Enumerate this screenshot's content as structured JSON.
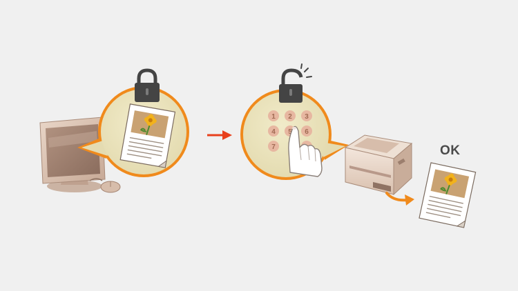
{
  "diagram": {
    "result_label": "OK",
    "keypad_keys": [
      "1",
      "2",
      "3",
      "4",
      "5",
      "6",
      "7"
    ],
    "colors": {
      "background": "#f0f0f0",
      "accent": "#f08a1c",
      "arrow": "#e8401c",
      "bubble_fill": "#e8e1ba",
      "key_fill": "#e7b7a1",
      "key_text": "#a06a52",
      "lock": "#444444",
      "flower": "#f2b21b",
      "photo_bg": "#c9a272"
    },
    "icons": {
      "computer": "desktop-computer-icon",
      "locked": "padlock-closed-icon",
      "unlocked": "padlock-open-icon",
      "document": "document-with-photo-icon",
      "keypad": "numeric-keypad-icon",
      "finger": "finger-press-icon",
      "printer": "printer-icon",
      "next": "arrow-right-icon",
      "output": "curved-arrow-icon"
    }
  }
}
